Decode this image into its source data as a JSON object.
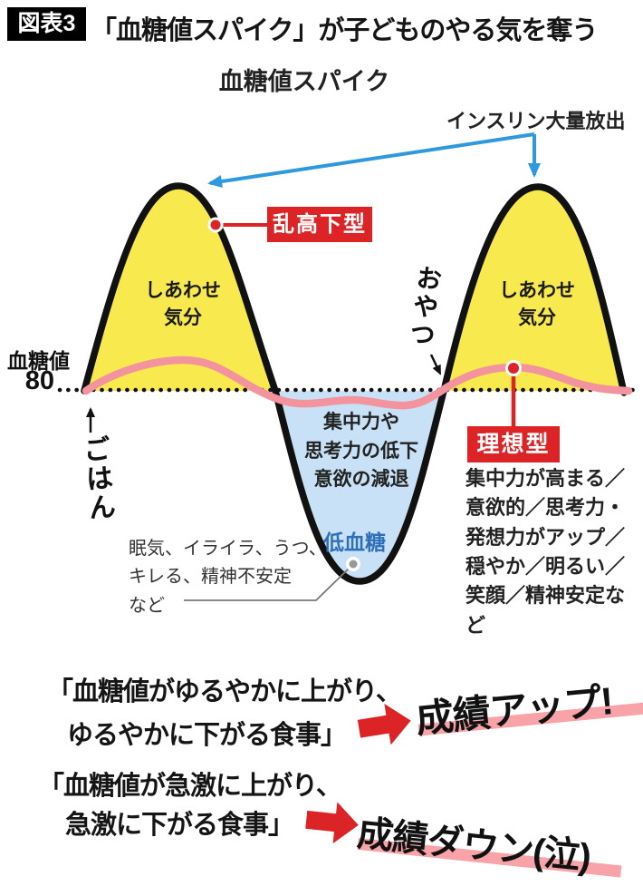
{
  "header": {
    "badge": "図表3",
    "title": "「血糖値スパイク」が子どものやる気を奪う"
  },
  "chart": {
    "title": "血糖値スパイク",
    "insulin_label": "インスリン大量放出",
    "axis_label": "血糖値",
    "axis_value": "80",
    "meal_label": "ごはん",
    "snack_label": "おやつ",
    "spike_badge": "乱高下型",
    "ideal_badge": "理想型",
    "happy_left": "しあわせ\n気分",
    "happy_right": "しあわせ\n気分",
    "valley_text": "集中力や\n思考力の低下\n意欲の減退",
    "hypo_label": "低血糖",
    "symptoms": "眠気、イライラ、うつ、\nキレる、精神不安定\nなど",
    "ideal_desc": "集中力が高まる／\n意欲的／思考力・\n発想力がアップ／\n穏やか／明るい／\n笑顔／精神安定など"
  },
  "conclusion": {
    "good": {
      "line1": "「血糖値がゆるやかに上がり、",
      "line2": "ゆるやかに下がる食事」",
      "result": "成績アップ!"
    },
    "bad": {
      "line1": "「血糖値が急激に上がり、",
      "line2": "急激に下がる食事」",
      "result": "成績ダウン(泣)"
    }
  },
  "colors": {
    "peak_fill": "#F8E94E",
    "valley_fill": "#C8E1F6",
    "ideal_curve": "#F2939D",
    "accent_red": "#DC2426",
    "arrow_blue": "#2F99DE",
    "hypo_text": "#2E6FB7",
    "highlight_pink": "#F7A3A8",
    "curve_black": "#111111"
  }
}
